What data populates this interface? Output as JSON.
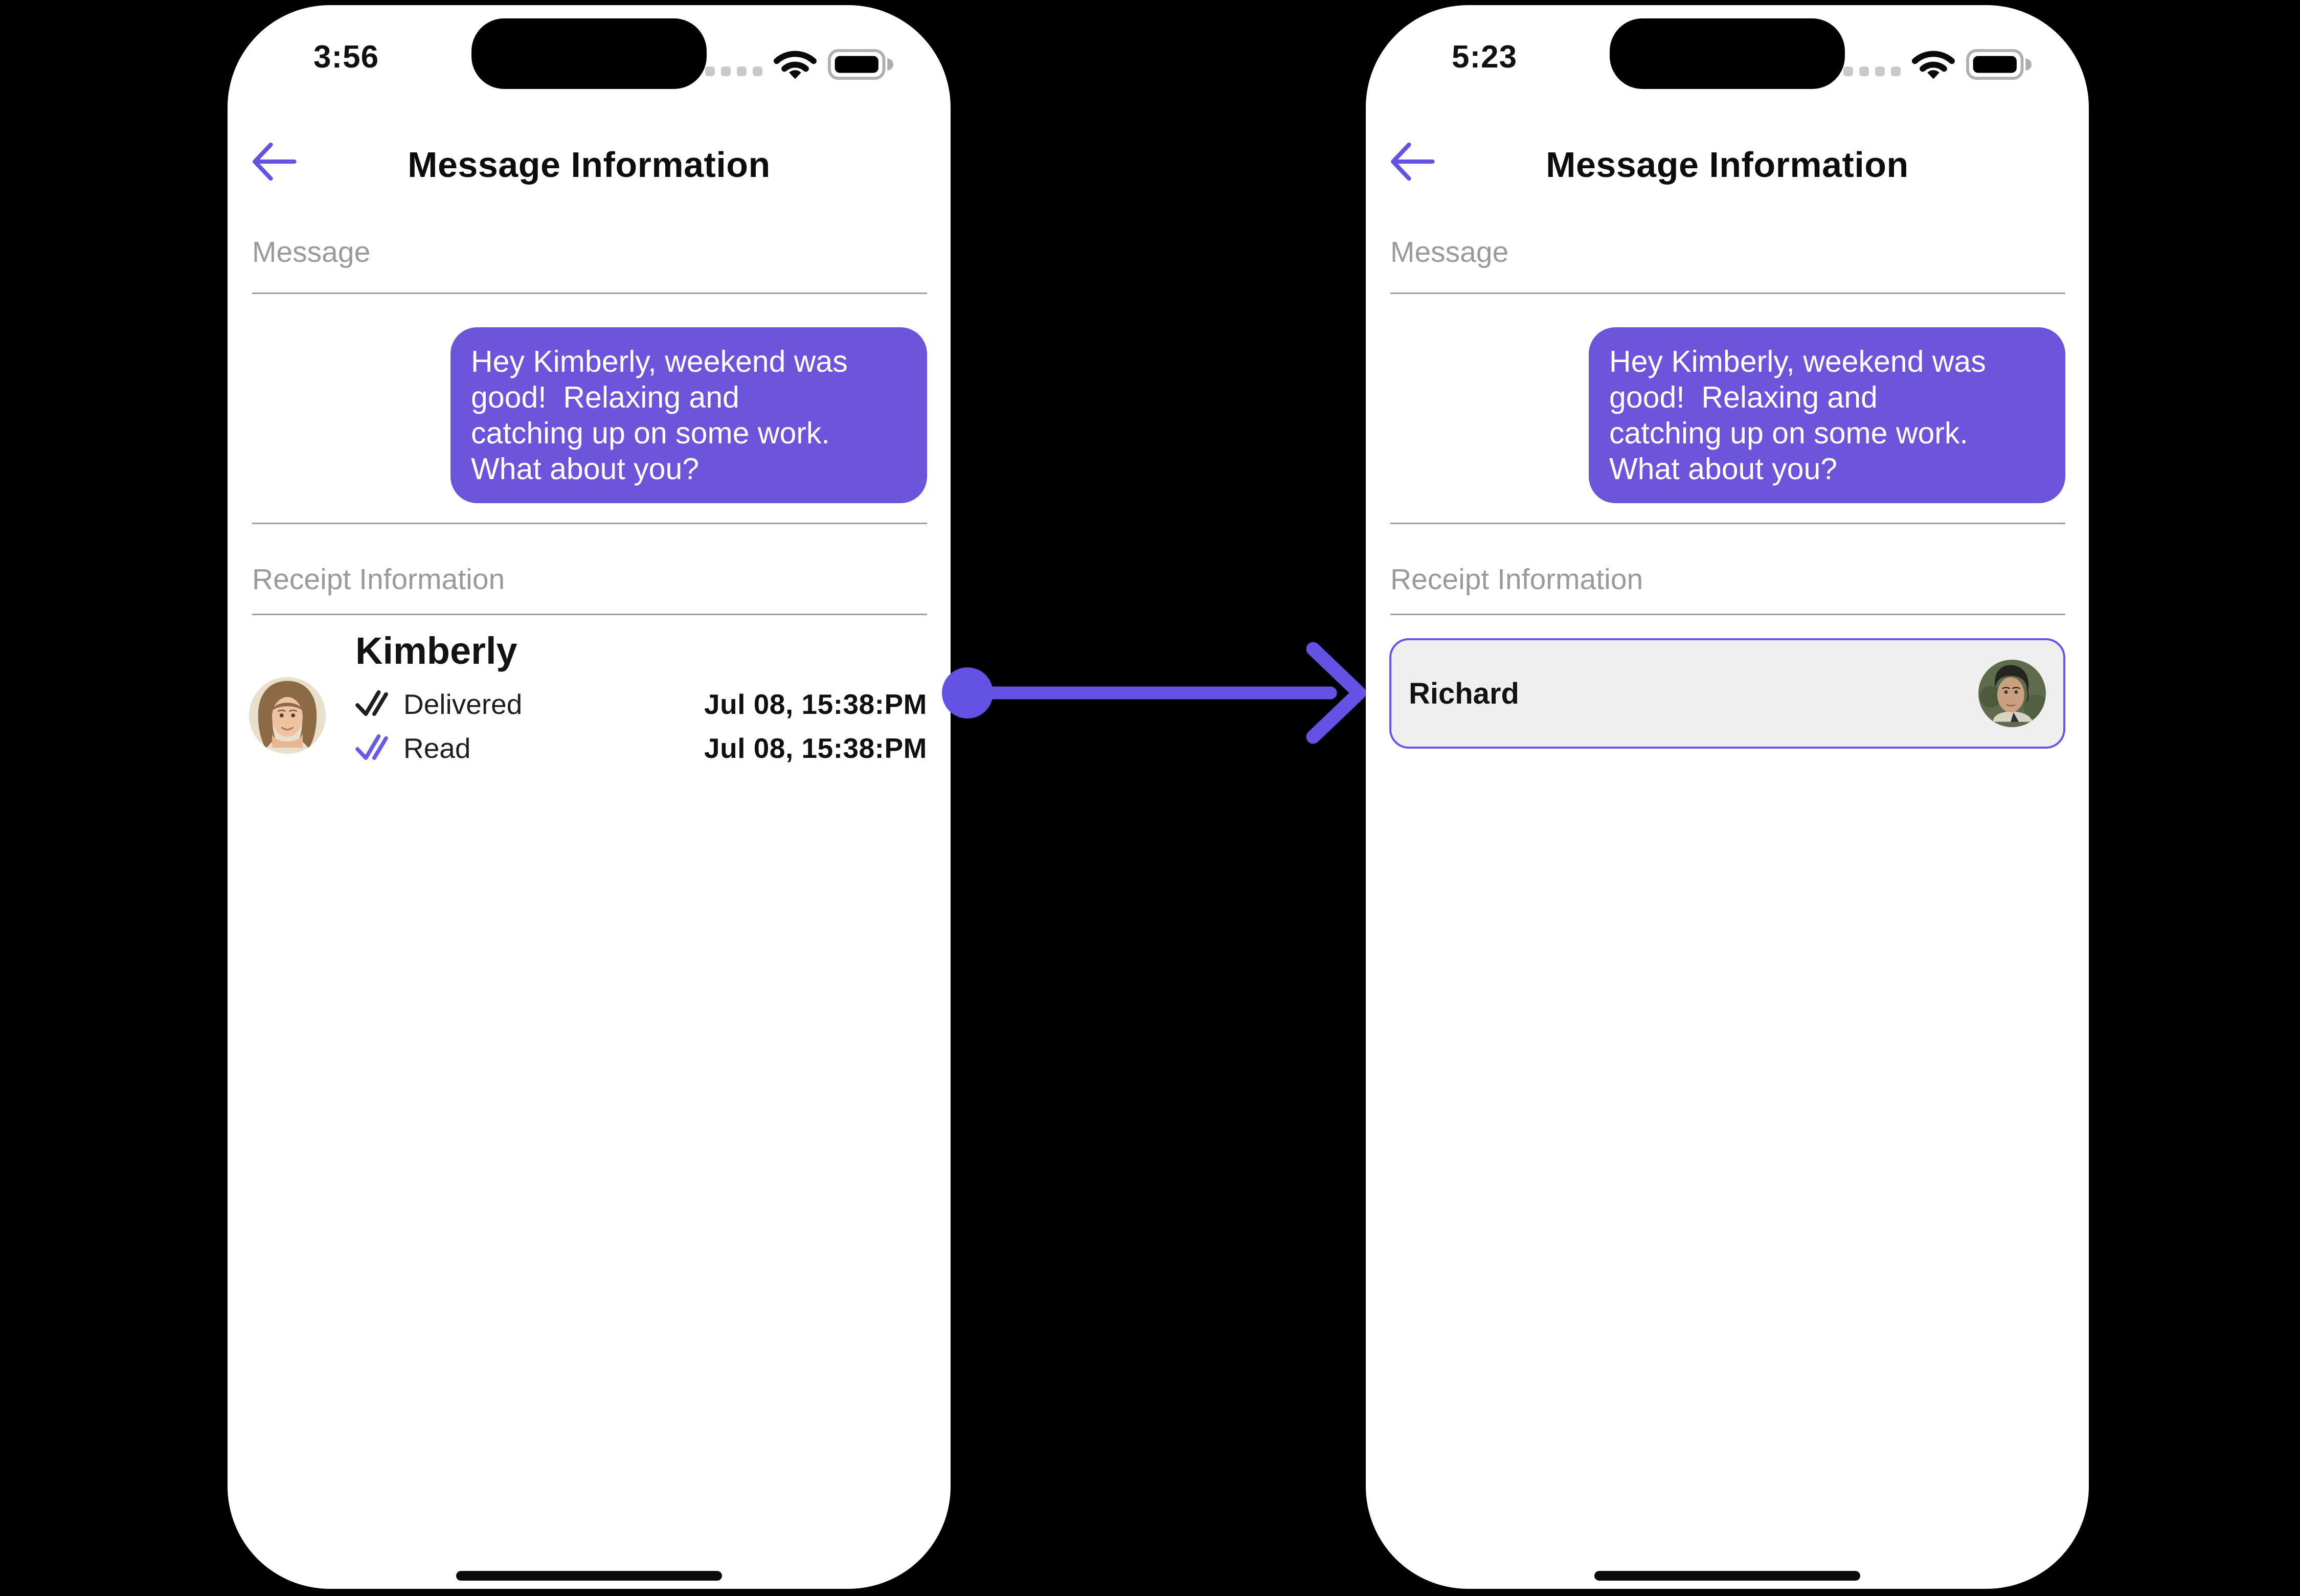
{
  "colors": {
    "bubble": "#6C55DB",
    "accent": "#6352E4",
    "readcheck": "#6A5AE8",
    "delivered": "#1F1F1F",
    "selborder": "#6C52E8",
    "selbg": "#EFEFEF",
    "label": "#9A9A9A",
    "divider": "#9E9E9E"
  },
  "icons": {
    "back": "arrow-left-icon",
    "status_bar": [
      "cellular-signal-dots-icon",
      "wifi-icon",
      "battery-icon"
    ],
    "delivered": "double-check-icon",
    "read": "double-check-icon",
    "annotation": "arrow-right-with-dot"
  },
  "phones": [
    {
      "status_bar": {
        "time": "3:56"
      },
      "header": {
        "title": "Message Information"
      },
      "message_section": {
        "label": "Message",
        "bubble_text": "Hey Kimberly, weekend was\ngood!  Relaxing and\ncatching up on some work.\nWhat about you?"
      },
      "receipt_section": {
        "label": "Receipt Information",
        "contact": {
          "name": "Kimberly",
          "receipts": [
            {
              "status": "Delivered",
              "timestamp": "Jul 08, 15:38:PM"
            },
            {
              "status": "Read",
              "timestamp": "Jul 08, 15:38:PM"
            }
          ]
        }
      }
    },
    {
      "status_bar": {
        "time": "5:23"
      },
      "header": {
        "title": "Message Information"
      },
      "message_section": {
        "label": "Message",
        "bubble_text": "Hey Kimberly, weekend was\ngood!  Relaxing and\ncatching up on some work.\nWhat about you?"
      },
      "receipt_section": {
        "label": "Receipt Information",
        "selected_contact": {
          "name": "Richard"
        }
      }
    }
  ]
}
